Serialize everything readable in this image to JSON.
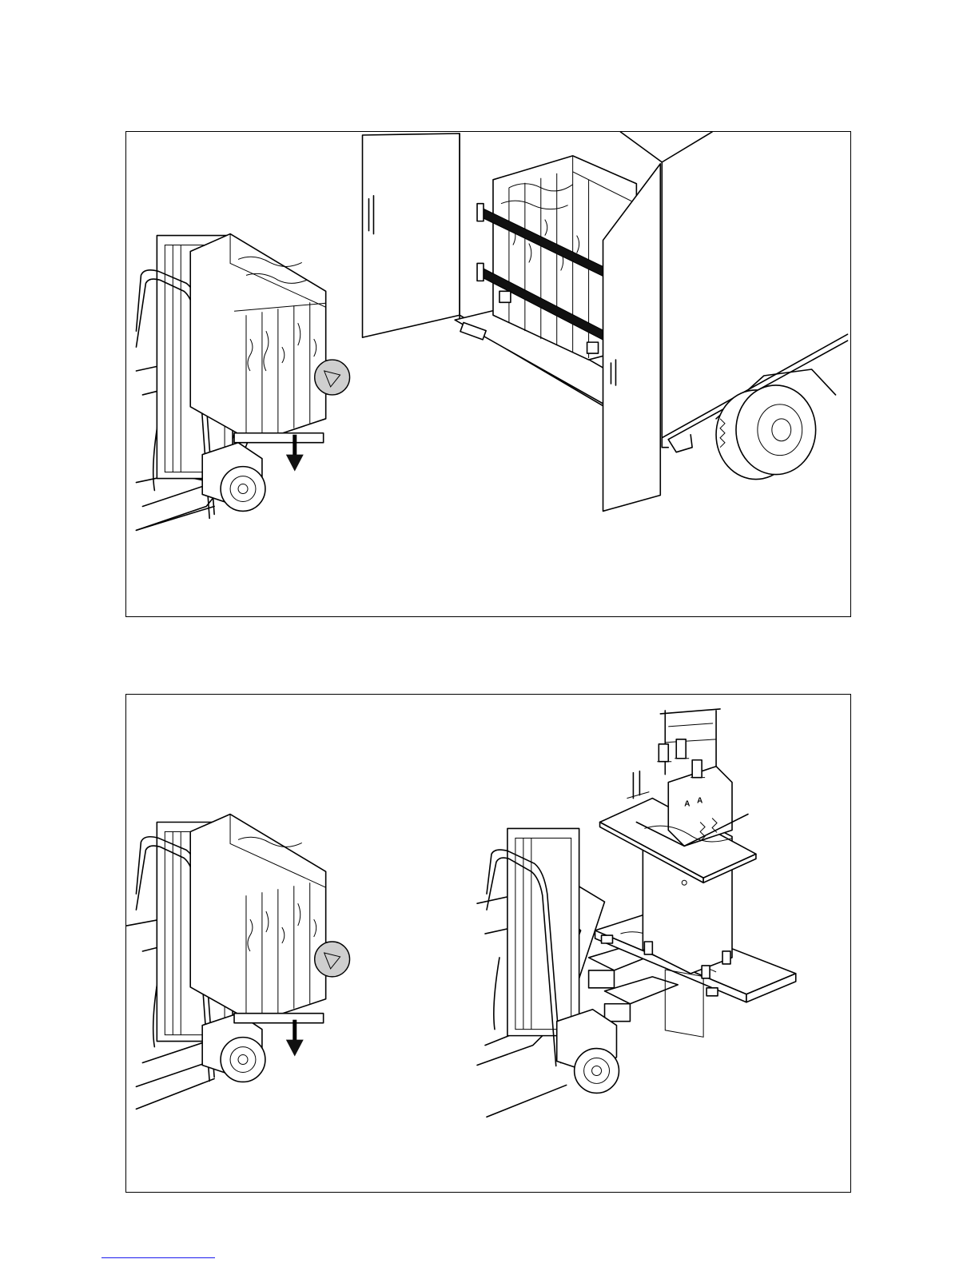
{
  "page": {
    "background": "#ffffff",
    "line_color": "#000000",
    "link_color": "#1a1aee"
  },
  "panels": [
    {
      "id": "top",
      "icons": [
        "forklift-icon",
        "wooden-crate-icon",
        "down-arrow-icon",
        "truck-cargo-icon"
      ]
    },
    {
      "id": "bottom",
      "icons": [
        "forklift-icon",
        "wooden-crate-icon",
        "down-arrow-icon",
        "sewing-machine-on-pallet-icon"
      ]
    }
  ],
  "machine_labels": {
    "left_mark": "A",
    "right_mark": "A"
  }
}
